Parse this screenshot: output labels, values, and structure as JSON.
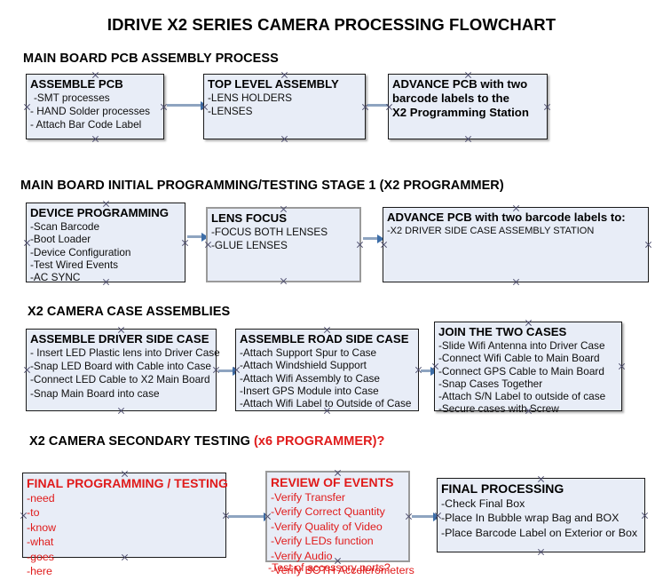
{
  "document": {
    "title": "IDRIVE X2  SERIES CAMERA PROCESSING FLOWCHART"
  },
  "colors": {
    "box_fill": "#e8edf7",
    "box_border": "#1a1a1a",
    "gray_border": "#9a9a9a",
    "connector": "#8ea4c0",
    "arrowhead": "#3d6ea8",
    "red_text": "#e01b1b",
    "black_text": "#000000"
  },
  "sections": [
    {
      "heading": "MAIN BOARD PCB ASSEMBLY PROCESS",
      "heading_red": "",
      "nodes": [
        {
          "title": "ASSEMBLE PCB",
          "lines": [
            "-SMT processes",
            "- HAND Solder processes",
            "- Attach Bar Code Label"
          ]
        },
        {
          "title": "TOP LEVEL ASSEMBLY",
          "lines": [
            "-LENS HOLDERS",
            "-LENSES"
          ]
        },
        {
          "title": "ADVANCE PCB with two",
          "lines": [
            "barcode labels to the",
            " X2 Programming Station"
          ]
        }
      ]
    },
    {
      "heading": "MAIN BOARD INITIAL PROGRAMMING/TESTING STAGE 1 (X2 PROGRAMMER)",
      "heading_red": "",
      "nodes": [
        {
          "title": "DEVICE PROGRAMMING",
          "lines": [
            "-Scan Barcode",
            "-Boot Loader",
            "-Device Configuration",
            "-Test Wired Events",
            "-AC SYNC"
          ]
        },
        {
          "title": "LENS FOCUS",
          "lines": [
            "-FOCUS BOTH LENSES",
            "-GLUE LENSES"
          ]
        },
        {
          "title": "ADVANCE PCB with two barcode labels to:",
          "lines": [
            "-X2 DRIVER  SIDE  CASE  ASSEMBLY STATION"
          ]
        }
      ]
    },
    {
      "heading": "X2 CAMERA CASE ASSEMBLIES",
      "heading_red": "",
      "nodes": [
        {
          "title": "ASSEMBLE DRIVER SIDE CASE",
          "lines": [
            "- Insert LED Plastic lens into Driver Case",
            "-Snap LED Board with Cable into Case",
            "-Connect LED Cable to X2 Main Board",
            "-Snap Main Board into case"
          ]
        },
        {
          "title": "ASSEMBLE ROAD SIDE CASE",
          "lines": [
            "-Attach Support Spur to Case",
            "-Attach Windshield Support",
            "-Attach Wifi Assembly to Case",
            "-Insert GPS Module into Case",
            "-Attach Wifi Label to Outside of Case"
          ]
        },
        {
          "title": "JOIN THE TWO CASES",
          "lines": [
            "-Slide Wifi Antenna into Driver Case",
            "-Connect Wifi Cable to Main Board",
            "-Connect GPS Cable to Main Board",
            "-Snap Cases Together",
            "-Attach S/N Label to outside of case",
            "-Secure cases with Screw"
          ]
        }
      ]
    },
    {
      "heading": "X2 CAMERA SECONDARY TESTING ",
      "heading_red": "(x6 PROGRAMMER)?",
      "nodes": [
        {
          "title": "FINAL PROGRAMMING / TESTING",
          "lines": [
            "-need",
            "-to",
            "-know",
            "-what",
            "-goes",
            "-here"
          ]
        },
        {
          "title": "REVIEW OF EVENTS",
          "lines": [
            "-Verify Transfer",
            "-Verify Correct Quantity",
            "-Verify Quality of Video",
            "-Verify LEDs function",
            "-Verify Audio",
            "-Verify BOTH Accelerometers"
          ],
          "overflow_line": "-Test of accessory ports?"
        },
        {
          "title": "FINAL PROCESSING",
          "lines": [
            " -Check Final Box",
            "-Place In Bubble wrap Bag and BOX",
            "-Place Barcode Label on Exterior or Box"
          ]
        }
      ]
    }
  ]
}
